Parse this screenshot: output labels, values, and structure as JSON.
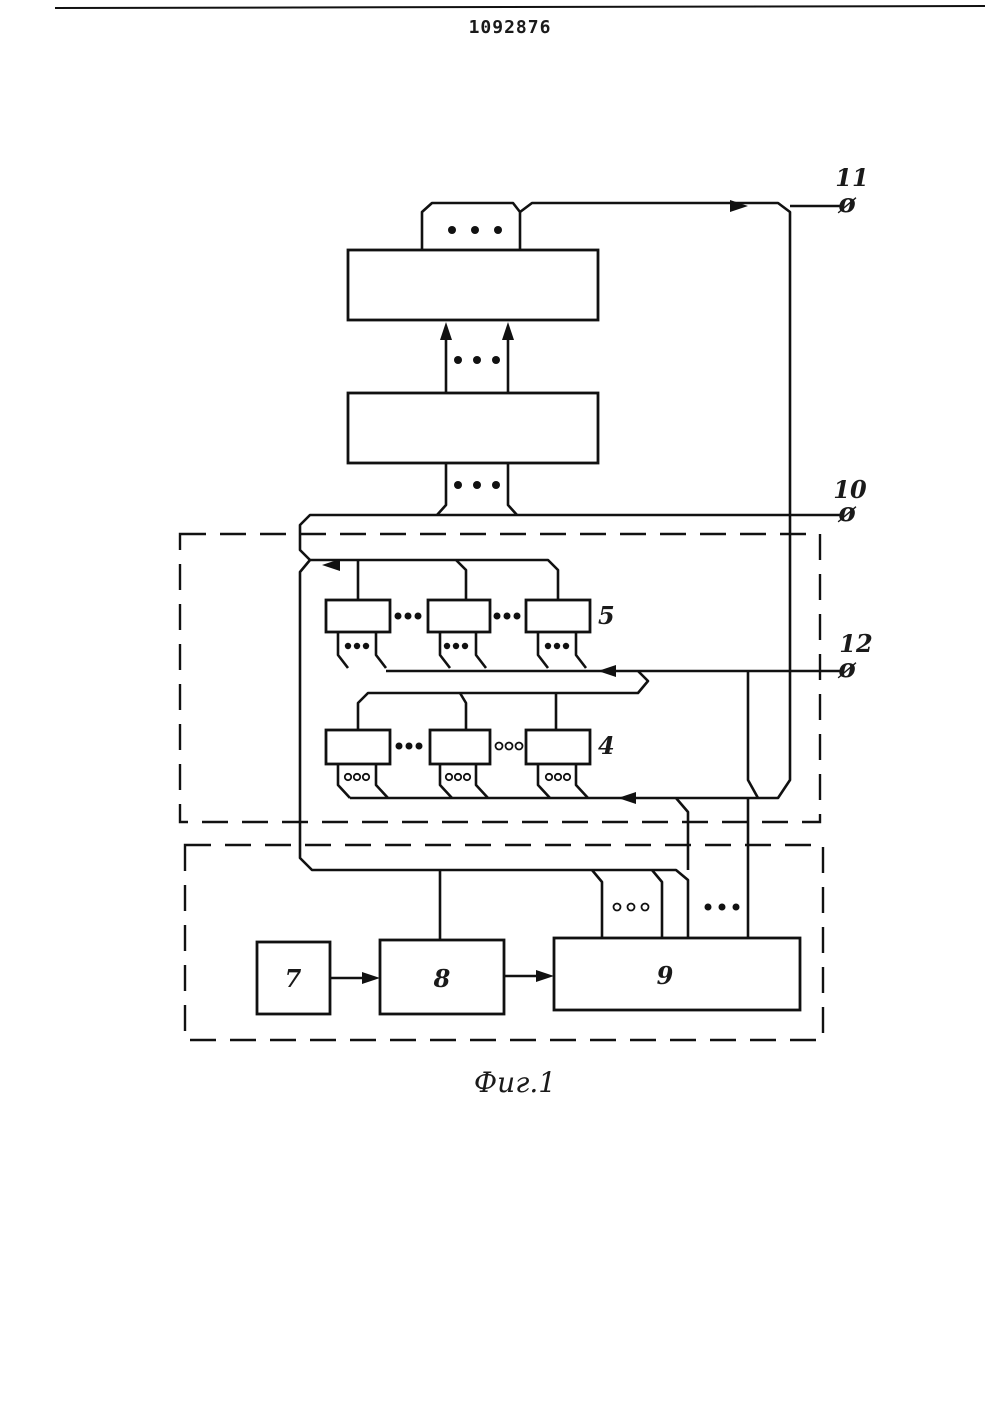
{
  "header": {
    "patent_number": "1092876"
  },
  "diagram": {
    "caption": "Фиг.1",
    "blocks": {
      "block_7": "7",
      "block_8": "8",
      "block_9": "9"
    },
    "row_labels": {
      "row_5": "5",
      "row_4": "4"
    },
    "terminals": {
      "terminal_10": "10",
      "terminal_11": "11",
      "terminal_12": "12"
    },
    "terminal_symbol": "ø"
  }
}
